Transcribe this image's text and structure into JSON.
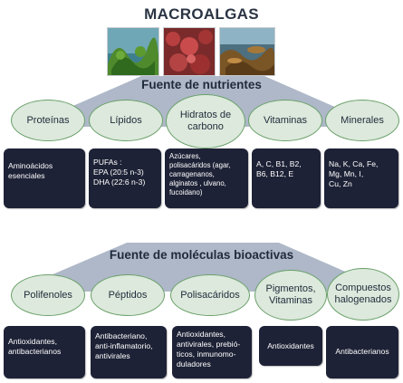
{
  "title": "MACROALGAS",
  "section1": {
    "title": "Fuente de nutrientes",
    "categories": [
      {
        "label_lines": [
          "Proteínas"
        ],
        "box_lines": [
          "Aminoácidos",
          "esenciales"
        ]
      },
      {
        "label_lines": [
          "Lípidos"
        ],
        "box_lines": [
          "PUFAs :",
          "EPA (20:5 n-3)",
          "DHA (22:6 n-3)"
        ]
      },
      {
        "label_lines": [
          "Hidratos de",
          "carbono"
        ],
        "box_lines": [
          "Azúcares,",
          "polisacáridos (agar,",
          "carragenanos,",
          "alginatos , ulvano,",
          "fucoidano)"
        ]
      },
      {
        "label_lines": [
          "Vitaminas"
        ],
        "box_lines": [
          "A, C, B1, B2,",
          "B6, B12, E"
        ]
      },
      {
        "label_lines": [
          "Minerales"
        ],
        "box_lines": [
          "Na, K, Ca, Fe,",
          "Mg, Mn, I,",
          "Cu, Zn"
        ]
      }
    ]
  },
  "section2": {
    "title": "Fuente de moléculas bioactivas",
    "categories": [
      {
        "label_lines": [
          "Polifenoles"
        ],
        "box_lines": [
          "Antioxidantes,",
          "antibacterianos"
        ]
      },
      {
        "label_lines": [
          "Péptidos"
        ],
        "box_lines": [
          "Antibacteriano,",
          "anti-inflamatorio,",
          "antivirales"
        ]
      },
      {
        "label_lines": [
          "Polisacáridos"
        ],
        "box_lines": [
          "Antioxidantes,",
          "antivirales, prebió-",
          "ticos, inmunomo-",
          "duladores"
        ]
      },
      {
        "label_lines": [
          "Pigmentos,",
          "Vitaminas"
        ],
        "box_lines": [
          "Antioxidantes"
        ]
      },
      {
        "label_lines": [
          "Compuestos",
          "halogenados"
        ],
        "box_lines": [
          "Antibacterianos"
        ]
      }
    ]
  },
  "colors": {
    "oval_fill": "#dce9dc",
    "oval_border": "#6aa06a",
    "box_fill": "#1e2236",
    "trapezoid_fill": "#aeb8c8"
  }
}
